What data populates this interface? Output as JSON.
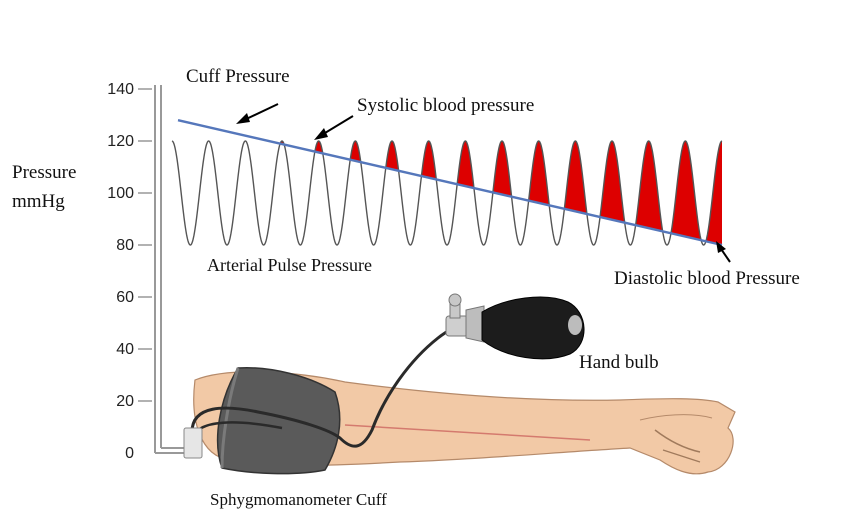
{
  "diagram": {
    "y_axis": {
      "title_line1": "Pressure",
      "title_line2": "mmHg",
      "ticks": [
        "140",
        "120",
        "100",
        "80",
        "60",
        "40",
        "20",
        "0"
      ]
    },
    "labels": {
      "cuff_pressure": "Cuff Pressure",
      "systolic": "Systolic blood pressure",
      "arterial_pulse": "Arterial Pulse Pressure",
      "diastolic": "Diastolic blood Pressure",
      "hand_bulb": "Hand bulb",
      "cuff": "Sphygmomanometer Cuff"
    },
    "pulse_wave": {
      "peak_mmHg": 120,
      "trough_mmHg": 80,
      "cycles": 15,
      "cuff_line_start_mmHg": 128,
      "cuff_line_end_mmHg": 80,
      "fill_color": "#dd0000",
      "wave_color": "#555555",
      "cuff_line_color": "#5577bb"
    }
  }
}
